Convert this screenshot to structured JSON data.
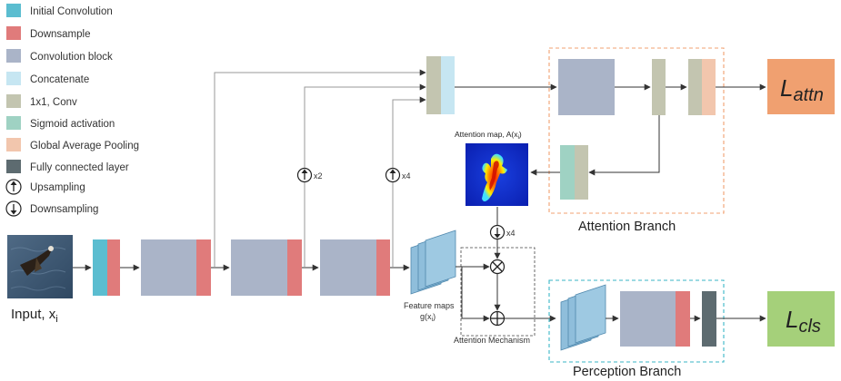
{
  "legend": [
    {
      "label": "Initial Convolution",
      "color": "#5bbdd0"
    },
    {
      "label": "Downsample",
      "color": "#e07b7b"
    },
    {
      "label": "Convolution block",
      "color": "#aab4c8"
    },
    {
      "label": "Concatenate",
      "color": "#c6e6f2"
    },
    {
      "label": "1x1, Conv",
      "color": "#c3c5b0"
    },
    {
      "label": "Sigmoid activation",
      "color": "#9fd2c3"
    },
    {
      "label": "Global Average Pooling",
      "color": "#f2c6ad"
    },
    {
      "label": "Fully connected layer",
      "color": "#5d6b70"
    }
  ],
  "legend_symbols": [
    {
      "label": "Upsampling",
      "icon": "up-arrow-circle-icon"
    },
    {
      "label": "Downsampling",
      "icon": "down-arrow-circle-icon"
    }
  ],
  "labels": {
    "input": "Input, x",
    "input_sub": "i",
    "upsample_x2": "x2",
    "upsample_x4": "x4",
    "downsample_x4": "x4",
    "feature_maps": "Feature maps",
    "feature_maps_fn": "g(x",
    "feature_maps_sub": "i",
    "feature_maps_close": ")",
    "attention_mechanism": "Attention Mechanism",
    "attention_map": "Attention map, A(x",
    "attention_map_sub": "i",
    "attention_map_close": ")",
    "attention_branch": "Attention Branch",
    "perception_branch": "Perception Branch",
    "loss_attn_main": "L",
    "loss_attn_sub": "attn",
    "loss_cls_main": "L",
    "loss_cls_sub": "cls"
  },
  "colors": {
    "initial_conv": "#5bbdd0",
    "downsample": "#e07b7b",
    "conv_block": "#aab4c8",
    "concat": "#c6e6f2",
    "conv1x1": "#c3c5b0",
    "sigmoid": "#9fd2c3",
    "gap": "#f2c6ad",
    "fc": "#5d6b70",
    "feature_map": "#8fbedb",
    "loss_attn": "#f0a070",
    "loss_cls": "#a5d07a",
    "attention_border": "#f0a070",
    "perception_border": "#39b6c6"
  }
}
